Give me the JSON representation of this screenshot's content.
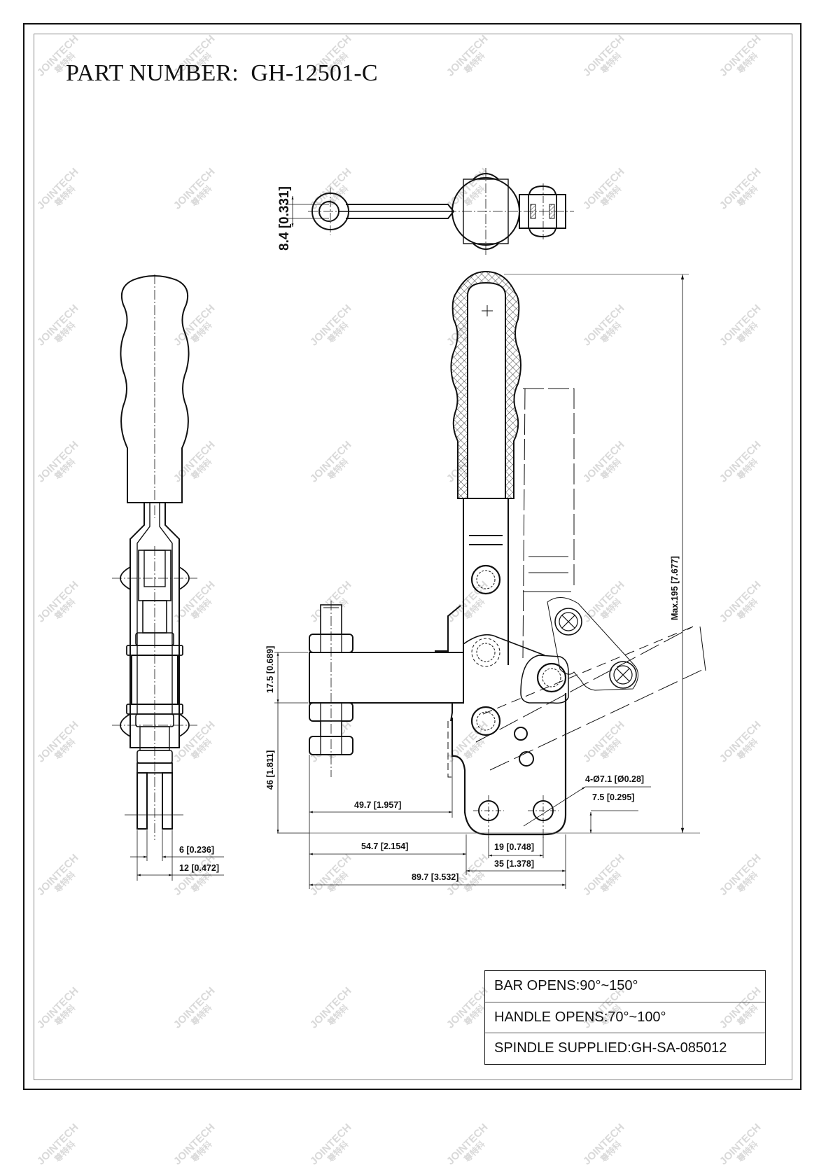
{
  "header": {
    "title": "PART NUMBER:  GH-12501-C"
  },
  "watermark": {
    "text": "JOINTECH",
    "subtext": "尊特科"
  },
  "top_view": {
    "dim_width": "8.4 [0.331]"
  },
  "side_view": {
    "dim_inner": "6 [0.236]",
    "dim_outer": "12 [0.472]"
  },
  "front_view": {
    "dim_spindle_height": "17.5 [0.689]",
    "dim_spindle_to_base": "46 [1.811]",
    "dim_spindle_to_body": "49.7 [1.957]",
    "dim_spindle_to_base_edge": "54.7 [2.154]",
    "dim_overall_length": "89.7 [3.532]",
    "dim_hole_spacing_x": "19 [0.748]",
    "dim_base_width": "35 [1.378]",
    "dim_holes": "4-Ø7.1 [Ø0.28]",
    "dim_hole_offset": "7.5 [0.295]",
    "dim_max_height": "Max.195 [7.677]"
  },
  "specs": {
    "rows": [
      "BAR OPENS:90°~150°",
      "HANDLE OPENS:70°~100°",
      "SPINDLE SUPPLIED:GH-SA-085012"
    ]
  }
}
